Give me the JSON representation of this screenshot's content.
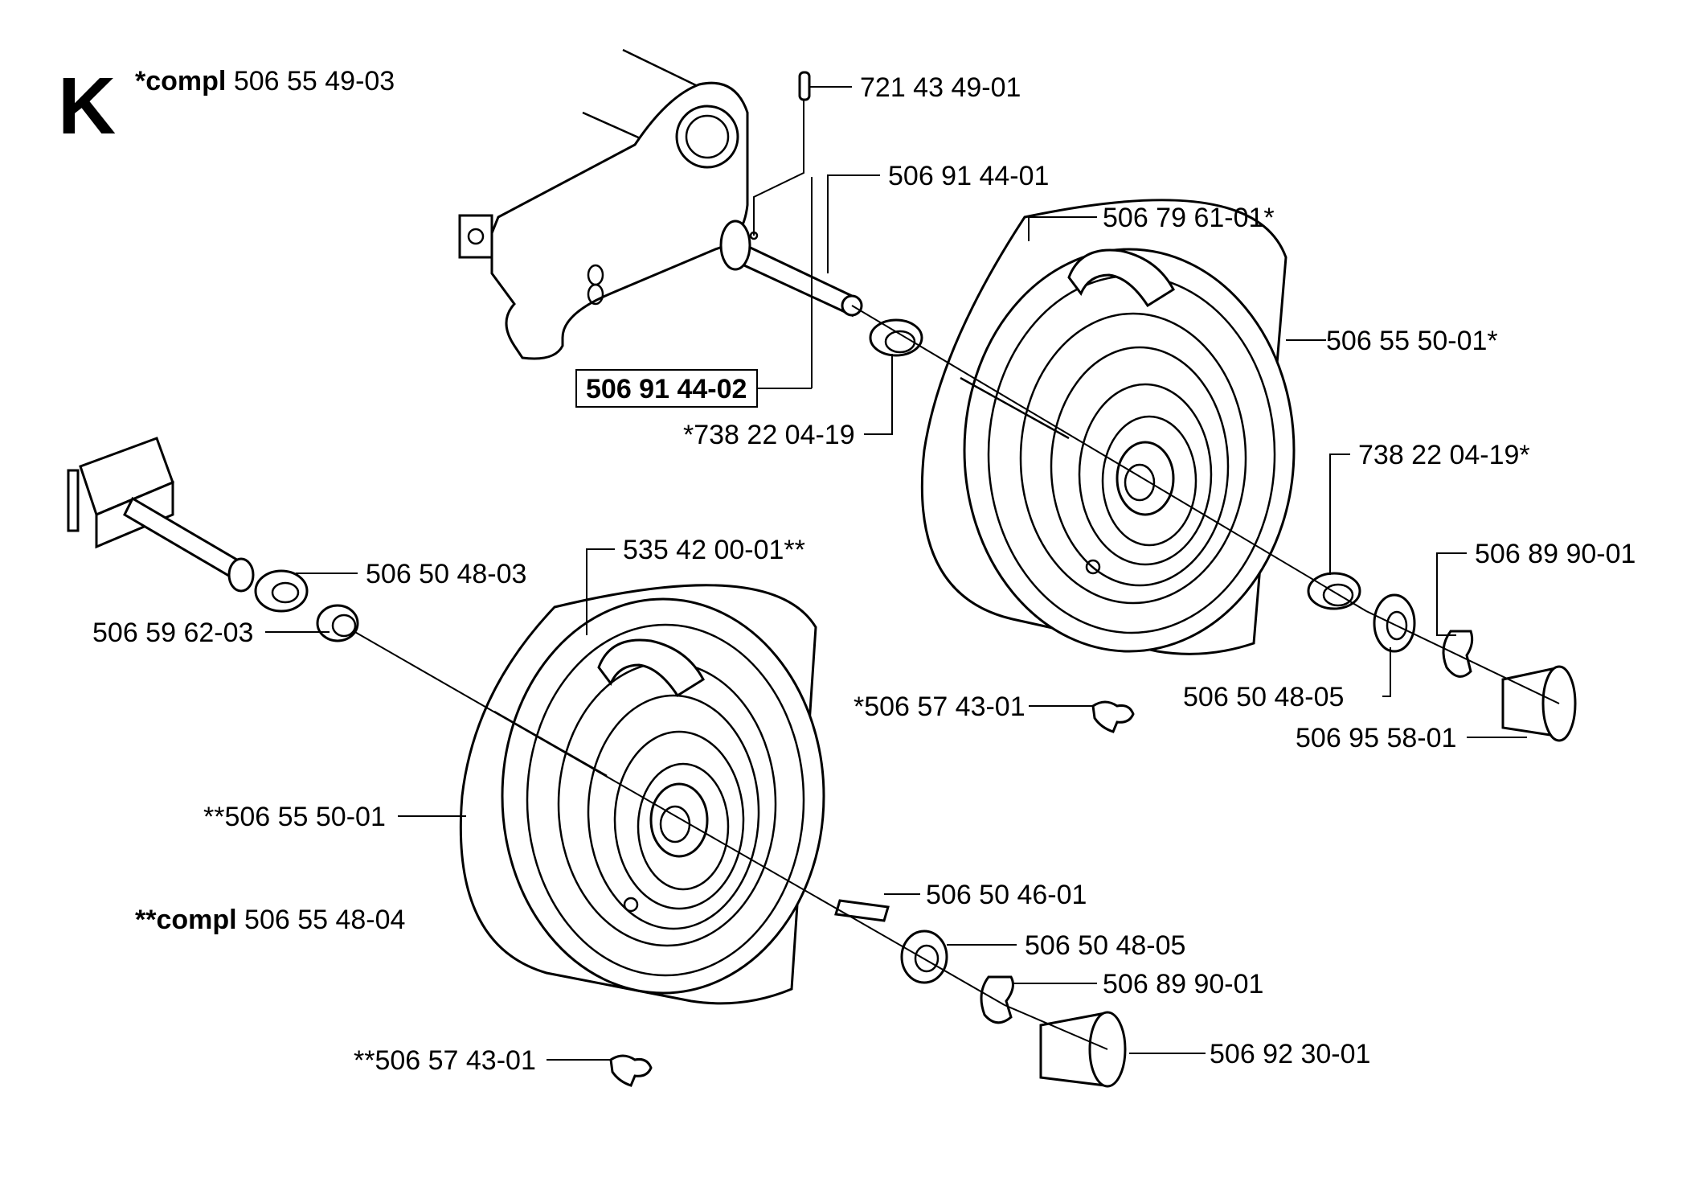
{
  "section_letter": "K",
  "assemblies": [
    {
      "prefix": "*compl",
      "number": "506 55 49-03"
    },
    {
      "prefix": "**compl",
      "number": "506 55 48-04"
    }
  ],
  "callouts": [
    "721 43 49-01",
    "506 91 44-01",
    "506 79 61-01*",
    "506 55 50-01*",
    "506 91 44-02",
    "*738 22 04-19",
    "738 22 04-19*",
    "506 89 90-01",
    "506 50 48-03",
    "506 59 62-03",
    "535 42 00-01**",
    "*506 57 43-01",
    "506 50 48-05",
    "506 95 58-01",
    "**506 55 50-01",
    "506 50 46-01",
    "506 50 48-05",
    "506 89 90-01",
    "506 92 30-01",
    "**506 57 43-01"
  ]
}
